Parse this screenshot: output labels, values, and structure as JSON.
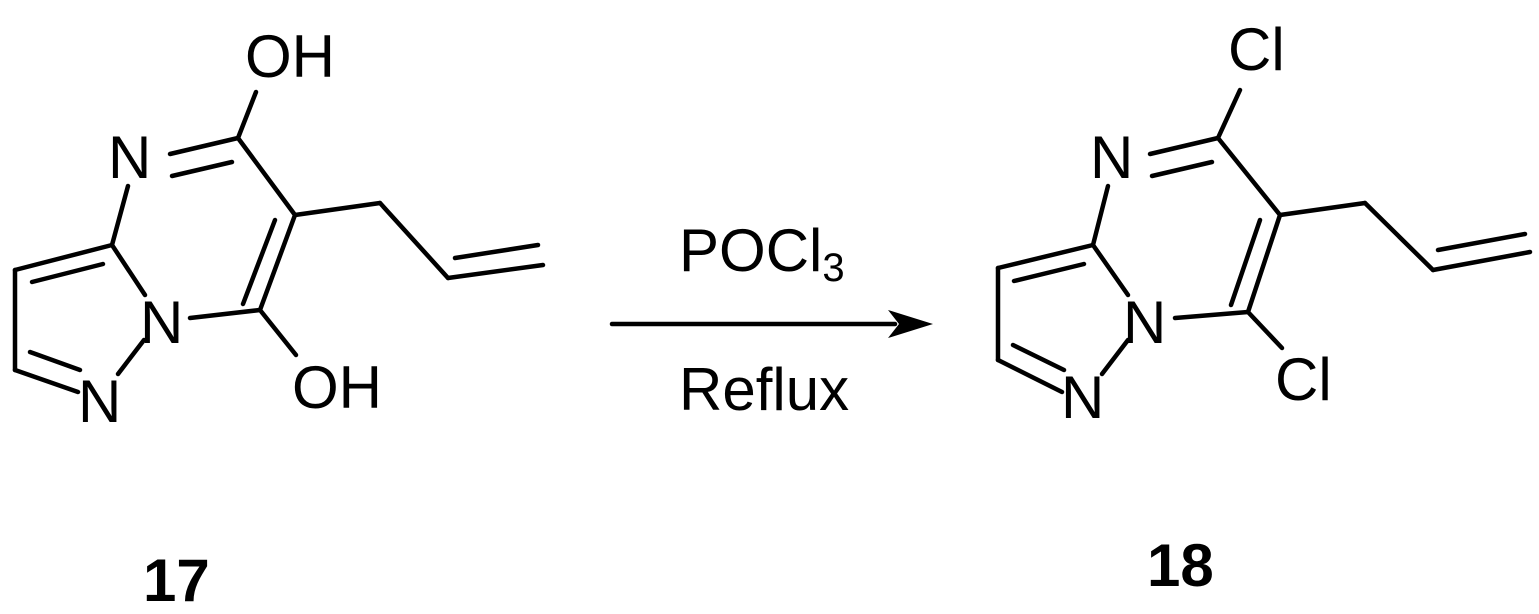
{
  "reactant": {
    "atoms": {
      "n_top": "N",
      "n_bridge": "N",
      "n_bottom": "N",
      "oh_top": "OH",
      "oh_bottom": "OH"
    },
    "compound_number": "17"
  },
  "reagent": {
    "main": "POCl",
    "subscript": "3"
  },
  "condition": "Reflux",
  "product": {
    "atoms": {
      "n_top": "N",
      "n_bridge": "N",
      "n_bottom": "N",
      "cl_top": "Cl",
      "cl_bottom": "Cl"
    },
    "compound_number": "18"
  }
}
